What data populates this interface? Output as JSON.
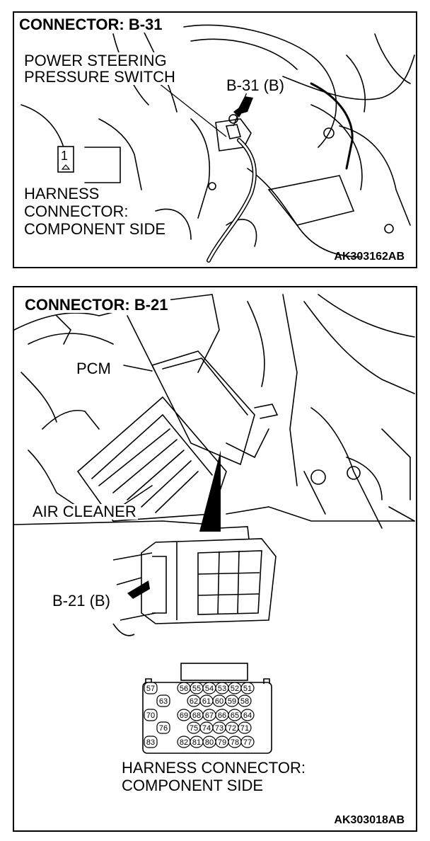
{
  "panel_top": {
    "title": "CONNECTOR: B-31",
    "part_label": "POWER STEERING\nPRESSURE SWITCH",
    "connector_label": "B-31 (B)",
    "pin_number": "1",
    "harness_label_lines": [
      "HARNESS",
      "CONNECTOR:",
      "COMPONENT SIDE"
    ],
    "figure_code": "AK303162AB"
  },
  "panel_bottom": {
    "title": "CONNECTOR: B-21",
    "pcm_label": "PCM",
    "air_cleaner_label": "AIR CLEANER",
    "connector_label": "B-21 (B)",
    "harness_label_lines": [
      "HARNESS CONNECTOR:",
      "COMPONENT SIDE"
    ],
    "figure_code": "AK303018AB",
    "pins": {
      "row1": [
        "57",
        "56",
        "55",
        "54",
        "53",
        "52",
        "51"
      ],
      "row2": [
        "63",
        "62",
        "61",
        "60",
        "59",
        "58"
      ],
      "row3": [
        "70",
        "69",
        "68",
        "67",
        "66",
        "65",
        "64"
      ],
      "row4": [
        "76",
        "75",
        "74",
        "73",
        "72",
        "71"
      ],
      "row5": [
        "83",
        "82",
        "81",
        "80",
        "79",
        "78",
        "77"
      ]
    }
  }
}
